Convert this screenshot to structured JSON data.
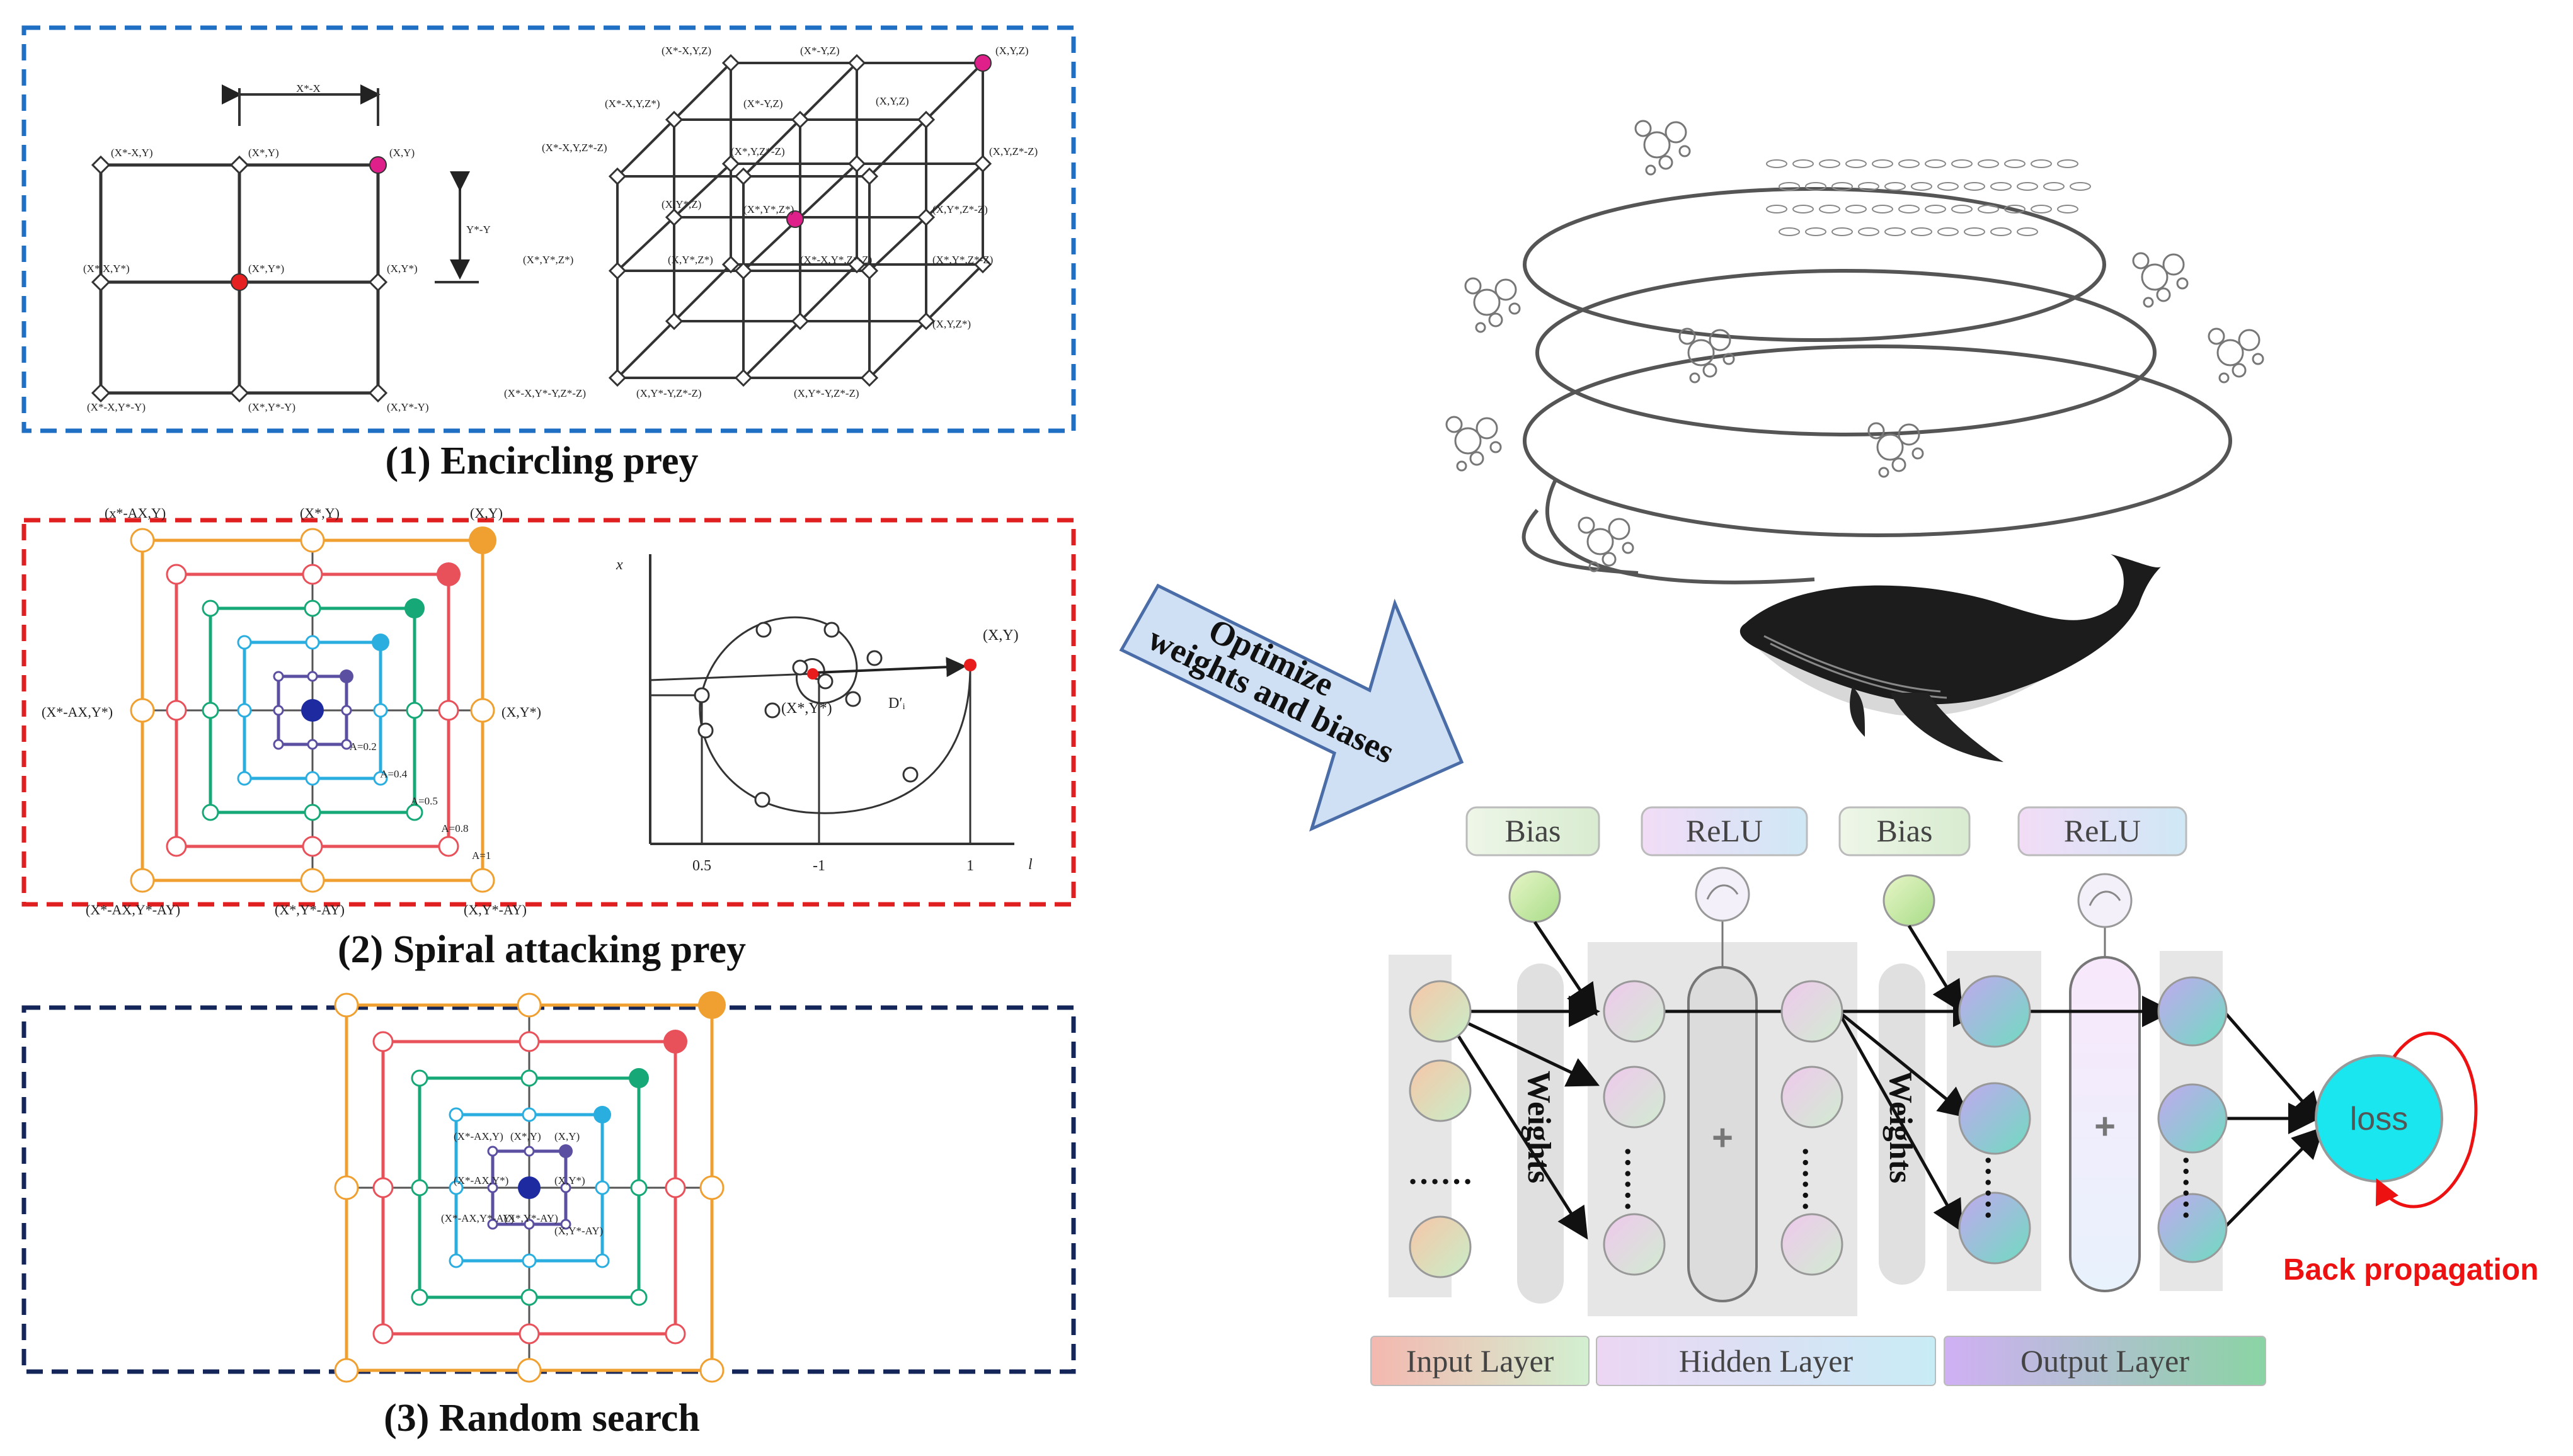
{
  "panels": {
    "encircling": {
      "caption": "(1) Encircling prey",
      "color": "#1f6fc4",
      "grid2d": {
        "dim_top": "X*-X",
        "dim_right": "Y*-Y",
        "labels": [
          "(X*-X,Y)",
          "(X*,Y)",
          "(X,Y)",
          "(X*,X,Y*)",
          "(X*,Y*)",
          "(X,Y*)",
          "(X*-X,Y*-Y)",
          "(X*,Y*-Y)",
          "(X,Y*-Y)"
        ]
      },
      "grid3d": {
        "labels": [
          "(X*-X,Y,Z)",
          "(X*-Y,Z)",
          "(X,Y,Z)",
          "(X*-X,Y,Z*)",
          "(X*-Y,Z)",
          "(X,Y,Z)",
          "(X*-X,Y,Z*-Z)",
          "(X*,Y,Z*-Z)",
          "(X,Y,Z*-Z)",
          "(X,Y*,Z)",
          "(X*,Y*,Z*)",
          "(X,Y*,Z*-Z)",
          "(X*,Y*,Z*)",
          "(X,Y*,Z*)",
          "(X*-X,Y*,Z*-Z)",
          "(X*,Y*,Z*-Z)",
          "(X,Y,Z*)",
          "(X*-X,Y*-Y,Z*-Z)",
          "(X,Y*-Y,Z*-Z)",
          "(X,Y*-Y,Z*-Z)"
        ]
      }
    },
    "spiral": {
      "caption": "(2) Spiral attacking prey",
      "color": "#e02020",
      "square_labels": [
        "(x*-AX,Y)",
        "(X*,Y)",
        "(X,Y)",
        "(X*-AX,Y*)",
        "(X,Y*)",
        "(X*-AX,Y*-AY)",
        "(X*,Y*-AY)",
        "(X,Y*-AY)"
      ],
      "a_labels": [
        "A=0.2",
        "A=0.4",
        "A=0.5",
        "A=0.8",
        "A=1"
      ],
      "plot": {
        "y_axis": "x",
        "x_axis": "l",
        "ticks": [
          "0.5",
          "-1",
          "1"
        ],
        "target_label": "(X,Y)",
        "center_label": "(X*,Y*)",
        "distance_label": "D′ᵢ"
      }
    },
    "random": {
      "caption": "(3) Random search",
      "color": "#14255a",
      "labels": [
        "(X*-AX,Y)",
        "(X*,Y)",
        "(X,Y)",
        "(X*-AX,Y*)",
        "(X,Y*)",
        "(X*-AX,Y*-AY)",
        "(X*,Y*-AY)",
        "(X,Y*-AY)"
      ]
    }
  },
  "arrow": {
    "line1": "Optimize",
    "line2": "weights and biases"
  },
  "network": {
    "top_boxes": [
      "Bias",
      "ReLU",
      "Bias",
      "ReLU"
    ],
    "weights_label": "Weights",
    "plus": "+",
    "ellipsis": "……",
    "loss": "loss",
    "back_propagation": "Back propagation",
    "layers": [
      "Input Layer",
      "Hidden Layer",
      "Output Layer"
    ]
  },
  "colors": {
    "encircle_box": "#1f6fc4",
    "spiral_box": "#e02020",
    "random_box": "#14255a",
    "arrow_fill": "#cfe0f4",
    "loss": "#19e6ee",
    "back_prop": "#ee1111",
    "orange": "#f0a030",
    "red": "#e8505a",
    "green": "#17a878",
    "cyan": "#2aaee0",
    "purple": "#5a4fa0",
    "center": "#1e2aa0"
  }
}
